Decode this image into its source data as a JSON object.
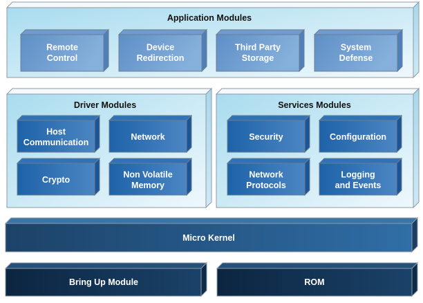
{
  "diagram": {
    "application": {
      "title": "Application Modules",
      "modules": [
        {
          "line1": "Remote",
          "line2": "Control"
        },
        {
          "line1": "Device",
          "line2": "Redirection"
        },
        {
          "line1": "Third Party",
          "line2": "Storage"
        },
        {
          "line1": "System",
          "line2": "Defense"
        }
      ]
    },
    "driver": {
      "title": "Driver Modules",
      "modules": [
        {
          "line1": "Host",
          "line2": "Communication"
        },
        {
          "line1": "Network",
          "line2": ""
        },
        {
          "line1": "Crypto",
          "line2": ""
        },
        {
          "line1": "Non Volatile",
          "line2": "Memory"
        }
      ]
    },
    "services": {
      "title": "Services Modules",
      "modules": [
        {
          "line1": "Security",
          "line2": ""
        },
        {
          "line1": "Configuration",
          "line2": ""
        },
        {
          "line1": "Network",
          "line2": "Protocols"
        },
        {
          "line1": "Logging",
          "line2": "and Events"
        }
      ]
    },
    "kernel": {
      "label": "Micro Kernel"
    },
    "bringup": {
      "label": "Bring Up Module"
    },
    "rom": {
      "label": "ROM"
    }
  },
  "colors": {
    "container_front": "#c9e8f4",
    "app_module": "#6a98cc",
    "driver_module": "#2268ad",
    "kernel": "#24527e",
    "base": "#0f2c4a"
  }
}
